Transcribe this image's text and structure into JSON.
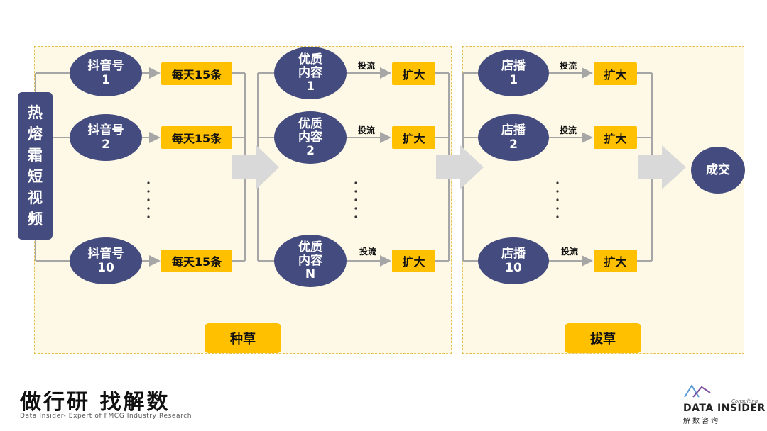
{
  "source": {
    "label": "热熔霜短视频"
  },
  "accounts": [
    {
      "name": "抖音号",
      "num": "1",
      "rate": "每天15条"
    },
    {
      "name": "抖音号",
      "num": "2",
      "rate": "每天15条"
    },
    {
      "name": "抖音号",
      "num": "10",
      "rate": "每天15条"
    }
  ],
  "contents": [
    {
      "line1": "优质",
      "line2": "内容",
      "num": "1",
      "action": "投流",
      "result": "扩大"
    },
    {
      "line1": "优质",
      "line2": "内容",
      "num": "2",
      "action": "投流",
      "result": "扩大"
    },
    {
      "line1": "优质",
      "line2": "内容",
      "num": "N",
      "action": "投流",
      "result": "扩大"
    }
  ],
  "stores": [
    {
      "name": "店播",
      "num": "1",
      "action": "投流",
      "result": "扩大"
    },
    {
      "name": "店播",
      "num": "2",
      "action": "投流",
      "result": "扩大"
    },
    {
      "name": "店播",
      "num": "10",
      "action": "投流",
      "result": "扩大"
    }
  ],
  "final": {
    "label": "成交"
  },
  "zones": {
    "left": "种草",
    "right": "拔草"
  },
  "footer": {
    "title": "做行研 找解数",
    "subtitle": "Data Insider- Expert of FMCG Industry Research"
  },
  "logo": {
    "consulting": "Consulting",
    "main": "DATA INSIDER",
    "cn": "解数咨询"
  },
  "colors": {
    "node": "#444b7e",
    "highlight": "#ffc000",
    "zone_bg": "#fdf9e6",
    "zone_border": "#e5c24d",
    "arrow": "#d9d9d9"
  }
}
